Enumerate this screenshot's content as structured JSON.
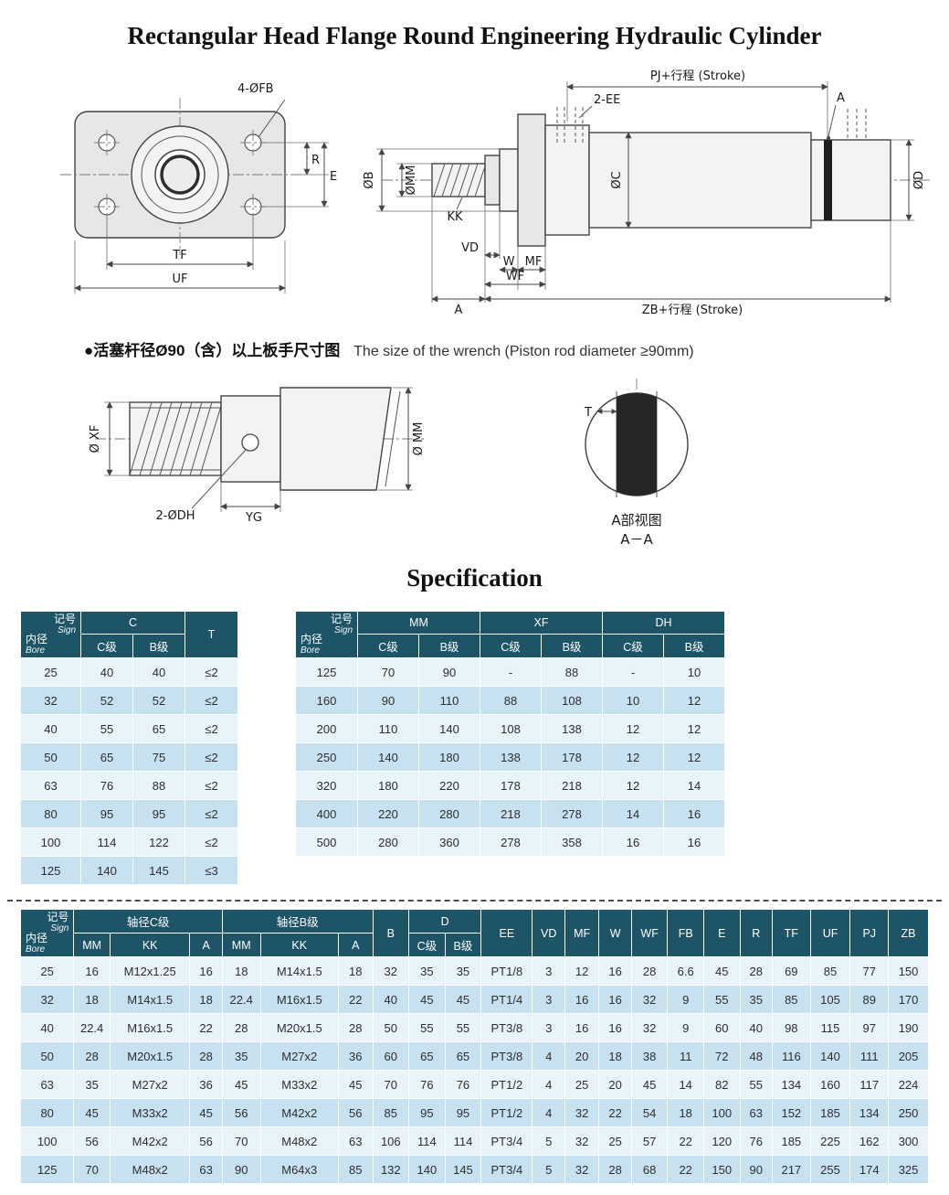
{
  "page": {
    "title": "Rectangular Head Flange Round Engineering Hydraulic Cylinder",
    "spec_heading": "Specification"
  },
  "colors": {
    "header_bg": "#1d5468",
    "row_light": "#e9f3fa",
    "row_dark": "#c7e1f1"
  },
  "flange_view": {
    "fb": "4-ØFB",
    "r": "R",
    "e": "E",
    "tf": "TF",
    "uf": "UF"
  },
  "side_view": {
    "pj": "PJ+行程 (Stroke)",
    "ee": "2-EE",
    "a_mark": "A",
    "b": "ØB",
    "mm": "ØMM",
    "kk": "KK",
    "c": "ØC",
    "d": "ØD",
    "vd": "VD",
    "w": "W",
    "mf": "MF",
    "wf": "WF",
    "a_dim": "A",
    "zb": "ZB+行程 (Stroke)"
  },
  "wrench_view": {
    "heading_zh": "●活塞杆径Ø90（含）以上板手尺寸图",
    "heading_en": "The size of the wrench (Piston rod diameter ≥90mm)",
    "xf": "Ø XF",
    "mm": "Ø MM",
    "dh": "2-ØDH",
    "yg": "YG",
    "t": "T",
    "detail_title": "A部视图",
    "detail_sub": "A－A"
  },
  "table1": {
    "sign_zh": "记号",
    "sign_en": "Sign",
    "bore_zh": "内径",
    "bore_en": "Bore",
    "col_c": "C",
    "col_t": "T",
    "grade_c": "C级",
    "grade_b": "B级",
    "rows": [
      [
        "25",
        "40",
        "40",
        "≤2"
      ],
      [
        "32",
        "52",
        "52",
        "≤2"
      ],
      [
        "40",
        "55",
        "65",
        "≤2"
      ],
      [
        "50",
        "65",
        "75",
        "≤2"
      ],
      [
        "63",
        "76",
        "88",
        "≤2"
      ],
      [
        "80",
        "95",
        "95",
        "≤2"
      ],
      [
        "100",
        "114",
        "122",
        "≤2"
      ],
      [
        "125",
        "140",
        "145",
        "≤3"
      ]
    ]
  },
  "table2": {
    "sign_zh": "记号",
    "sign_en": "Sign",
    "bore_zh": "内径",
    "bore_en": "Bore",
    "col_mm": "MM",
    "col_xf": "XF",
    "col_dh": "DH",
    "grade_c": "C级",
    "grade_b": "B级",
    "rows": [
      [
        "125",
        "70",
        "90",
        "-",
        "88",
        "-",
        "10"
      ],
      [
        "160",
        "90",
        "110",
        "88",
        "108",
        "10",
        "12"
      ],
      [
        "200",
        "110",
        "140",
        "108",
        "138",
        "12",
        "12"
      ],
      [
        "250",
        "140",
        "180",
        "138",
        "178",
        "12",
        "12"
      ],
      [
        "320",
        "180",
        "220",
        "178",
        "218",
        "12",
        "14"
      ],
      [
        "400",
        "220",
        "280",
        "218",
        "278",
        "14",
        "16"
      ],
      [
        "500",
        "280",
        "360",
        "278",
        "358",
        "16",
        "16"
      ]
    ]
  },
  "table3": {
    "sign_zh": "记号",
    "sign_en": "Sign",
    "bore_zh": "内径",
    "bore_en": "Bore",
    "col_shaft_c": "轴径C级",
    "col_shaft_b": "轴径B级",
    "sub_mm": "MM",
    "sub_kk": "KK",
    "sub_a": "A",
    "col_b": "B",
    "col_d": "D",
    "grade_c": "C级",
    "grade_b": "B级",
    "col_ee": "EE",
    "col_vd": "VD",
    "col_mf": "MF",
    "col_w": "W",
    "col_wf": "WF",
    "col_fb": "FB",
    "col_e": "E",
    "col_r": "R",
    "col_tf": "TF",
    "col_uf": "UF",
    "col_pj": "PJ",
    "col_zb": "ZB",
    "rows": [
      [
        "25",
        "16",
        "M12x1.25",
        "16",
        "18",
        "M14x1.5",
        "18",
        "32",
        "35",
        "35",
        "PT1/8",
        "3",
        "12",
        "16",
        "28",
        "6.6",
        "45",
        "28",
        "69",
        "85",
        "77",
        "150"
      ],
      [
        "32",
        "18",
        "M14x1.5",
        "18",
        "22.4",
        "M16x1.5",
        "22",
        "40",
        "45",
        "45",
        "PT1/4",
        "3",
        "16",
        "16",
        "32",
        "9",
        "55",
        "35",
        "85",
        "105",
        "89",
        "170"
      ],
      [
        "40",
        "22.4",
        "M16x1.5",
        "22",
        "28",
        "M20x1.5",
        "28",
        "50",
        "55",
        "55",
        "PT3/8",
        "3",
        "16",
        "16",
        "32",
        "9",
        "60",
        "40",
        "98",
        "115",
        "97",
        "190"
      ],
      [
        "50",
        "28",
        "M20x1.5",
        "28",
        "35",
        "M27x2",
        "36",
        "60",
        "65",
        "65",
        "PT3/8",
        "4",
        "20",
        "18",
        "38",
        "11",
        "72",
        "48",
        "116",
        "140",
        "111",
        "205"
      ],
      [
        "63",
        "35",
        "M27x2",
        "36",
        "45",
        "M33x2",
        "45",
        "70",
        "76",
        "76",
        "PT1/2",
        "4",
        "25",
        "20",
        "45",
        "14",
        "82",
        "55",
        "134",
        "160",
        "117",
        "224"
      ],
      [
        "80",
        "45",
        "M33x2",
        "45",
        "56",
        "M42x2",
        "56",
        "85",
        "95",
        "95",
        "PT1/2",
        "4",
        "32",
        "22",
        "54",
        "18",
        "100",
        "63",
        "152",
        "185",
        "134",
        "250"
      ],
      [
        "100",
        "56",
        "M42x2",
        "56",
        "70",
        "M48x2",
        "63",
        "106",
        "114",
        "114",
        "PT3/4",
        "5",
        "32",
        "25",
        "57",
        "22",
        "120",
        "76",
        "185",
        "225",
        "162",
        "300"
      ],
      [
        "125",
        "70",
        "M48x2",
        "63",
        "90",
        "M64x3",
        "85",
        "132",
        "140",
        "145",
        "PT3/4",
        "5",
        "32",
        "28",
        "68",
        "22",
        "150",
        "90",
        "217",
        "255",
        "174",
        "325"
      ]
    ]
  }
}
